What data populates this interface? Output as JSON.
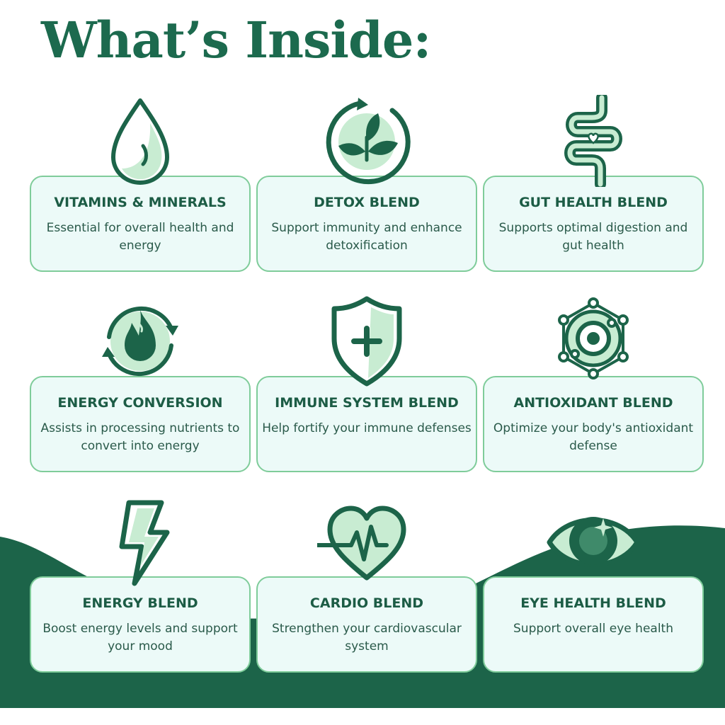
{
  "title": "What’s Inside:",
  "colors": {
    "brand": "#1c6a4e",
    "dark_green": "#1c6449",
    "mint": "#c8ecd2",
    "card_bg": "#ecfaf8",
    "card_border": "#7fcc9a"
  },
  "cards": [
    {
      "title": "VITAMINS & MINERALS",
      "desc": "Essential for overall health and energy",
      "icon": "water-drop-icon"
    },
    {
      "title": "DETOX BLEND",
      "desc": "Support immunity and enhance detoxification",
      "icon": "leaf-cycle-icon"
    },
    {
      "title": "GUT HEALTH BLEND",
      "desc": "Supports optimal digestion and gut health",
      "icon": "intestine-icon"
    },
    {
      "title": "ENERGY CONVERSION",
      "desc": "Assists in processing nutrients to convert into energy",
      "icon": "flame-cycle-icon"
    },
    {
      "title": "IMMUNE SYSTEM BLEND",
      "desc": "Help fortify your immune defenses",
      "icon": "shield-plus-icon"
    },
    {
      "title": "ANTIOXIDANT BLEND",
      "desc": "Optimize your body's antioxidant defense",
      "icon": "molecule-icon"
    },
    {
      "title": "ENERGY BLEND",
      "desc": "Boost energy levels and support your mood",
      "icon": "lightning-icon"
    },
    {
      "title": "CARDIO BLEND",
      "desc": "Strengthen your cardiovascular system",
      "icon": "heartbeat-icon"
    },
    {
      "title": "EYE HEALTH BLEND",
      "desc": "Support overall eye health",
      "icon": "eye-icon"
    }
  ]
}
